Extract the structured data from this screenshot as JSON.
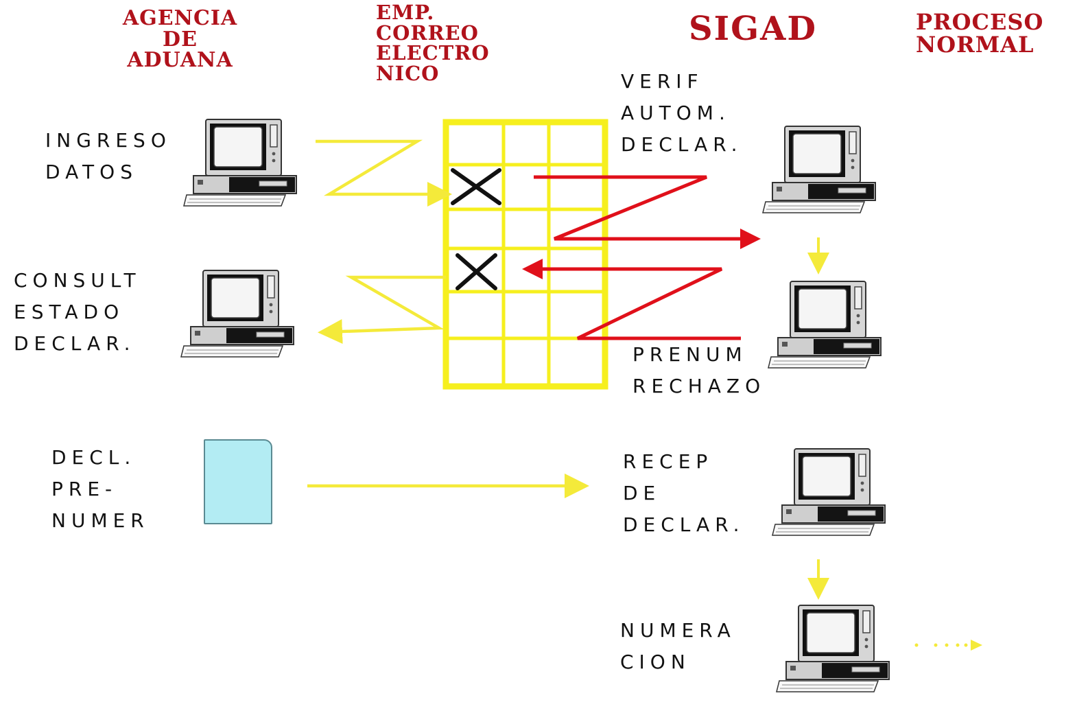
{
  "headers": {
    "agencia": "AGENCIA\nDE\nADUANA",
    "correo": "EMP.\nCORREO\nELECTRO\nNICO",
    "sigad": "SIGAD",
    "proceso": "PROCESO\nNORMAL"
  },
  "labels": {
    "ingreso": "INGRESO\nDATOS",
    "consult": "CONSULT\nESTADO\nDECLAR.",
    "decl": "DECL.\nPRE-\nNUMER",
    "verif": "VERIF\nAUTOM.\nDECLAR.",
    "prenum": "PRENUM\nRECHAZO",
    "recep": "RECEP\nDE\nDECLAR.",
    "numeracion": "NUMERA\nCION"
  },
  "colors": {
    "header_red": "#b0121b",
    "flow_yellow": "#f4ea3a",
    "grid_yellow": "#f6ef1e",
    "flow_red": "#e0101a",
    "document_fill": "#b3ecf3",
    "pc_case": "#d8d8d8"
  },
  "icons": {
    "computer": "desktop-computer-icon",
    "document": "document-icon",
    "reject_mark": "x-mark-icon"
  }
}
